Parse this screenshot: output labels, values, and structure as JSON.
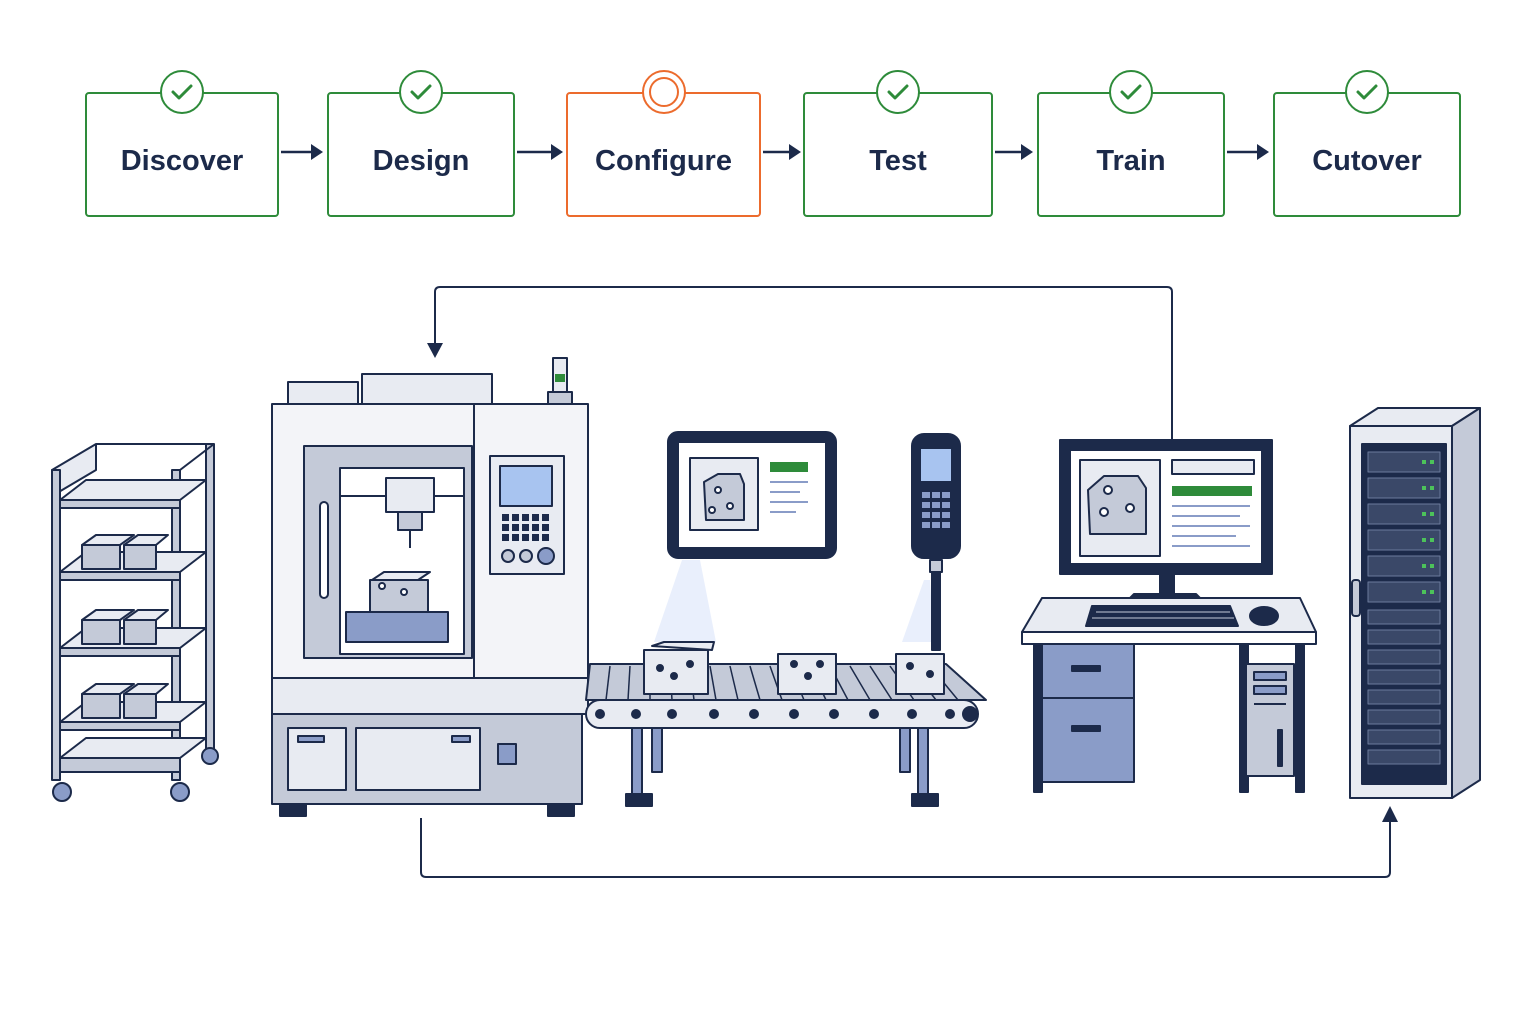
{
  "steps": [
    {
      "label": "Discover",
      "status": "complete"
    },
    {
      "label": "Design",
      "status": "complete"
    },
    {
      "label": "Configure",
      "status": "current"
    },
    {
      "label": "Test",
      "status": "complete"
    },
    {
      "label": "Train",
      "status": "complete"
    },
    {
      "label": "Cutover",
      "status": "complete"
    }
  ],
  "colors": {
    "complete": "#2e8b3a",
    "current": "#ec6b2d",
    "ink": "#1c2a4a",
    "steel_light": "#e8ebf2",
    "steel_mid": "#c4cad8",
    "steel_blue": "#8a9cc8",
    "screen": "#a8c4f0"
  },
  "equipment": [
    {
      "name": "parts-rack-icon"
    },
    {
      "name": "cnc-machine-icon"
    },
    {
      "name": "rugged-tablet-icon"
    },
    {
      "name": "conveyor-belt-icon"
    },
    {
      "name": "handheld-scanner-icon"
    },
    {
      "name": "workstation-desk-icon"
    },
    {
      "name": "server-rack-icon"
    }
  ]
}
